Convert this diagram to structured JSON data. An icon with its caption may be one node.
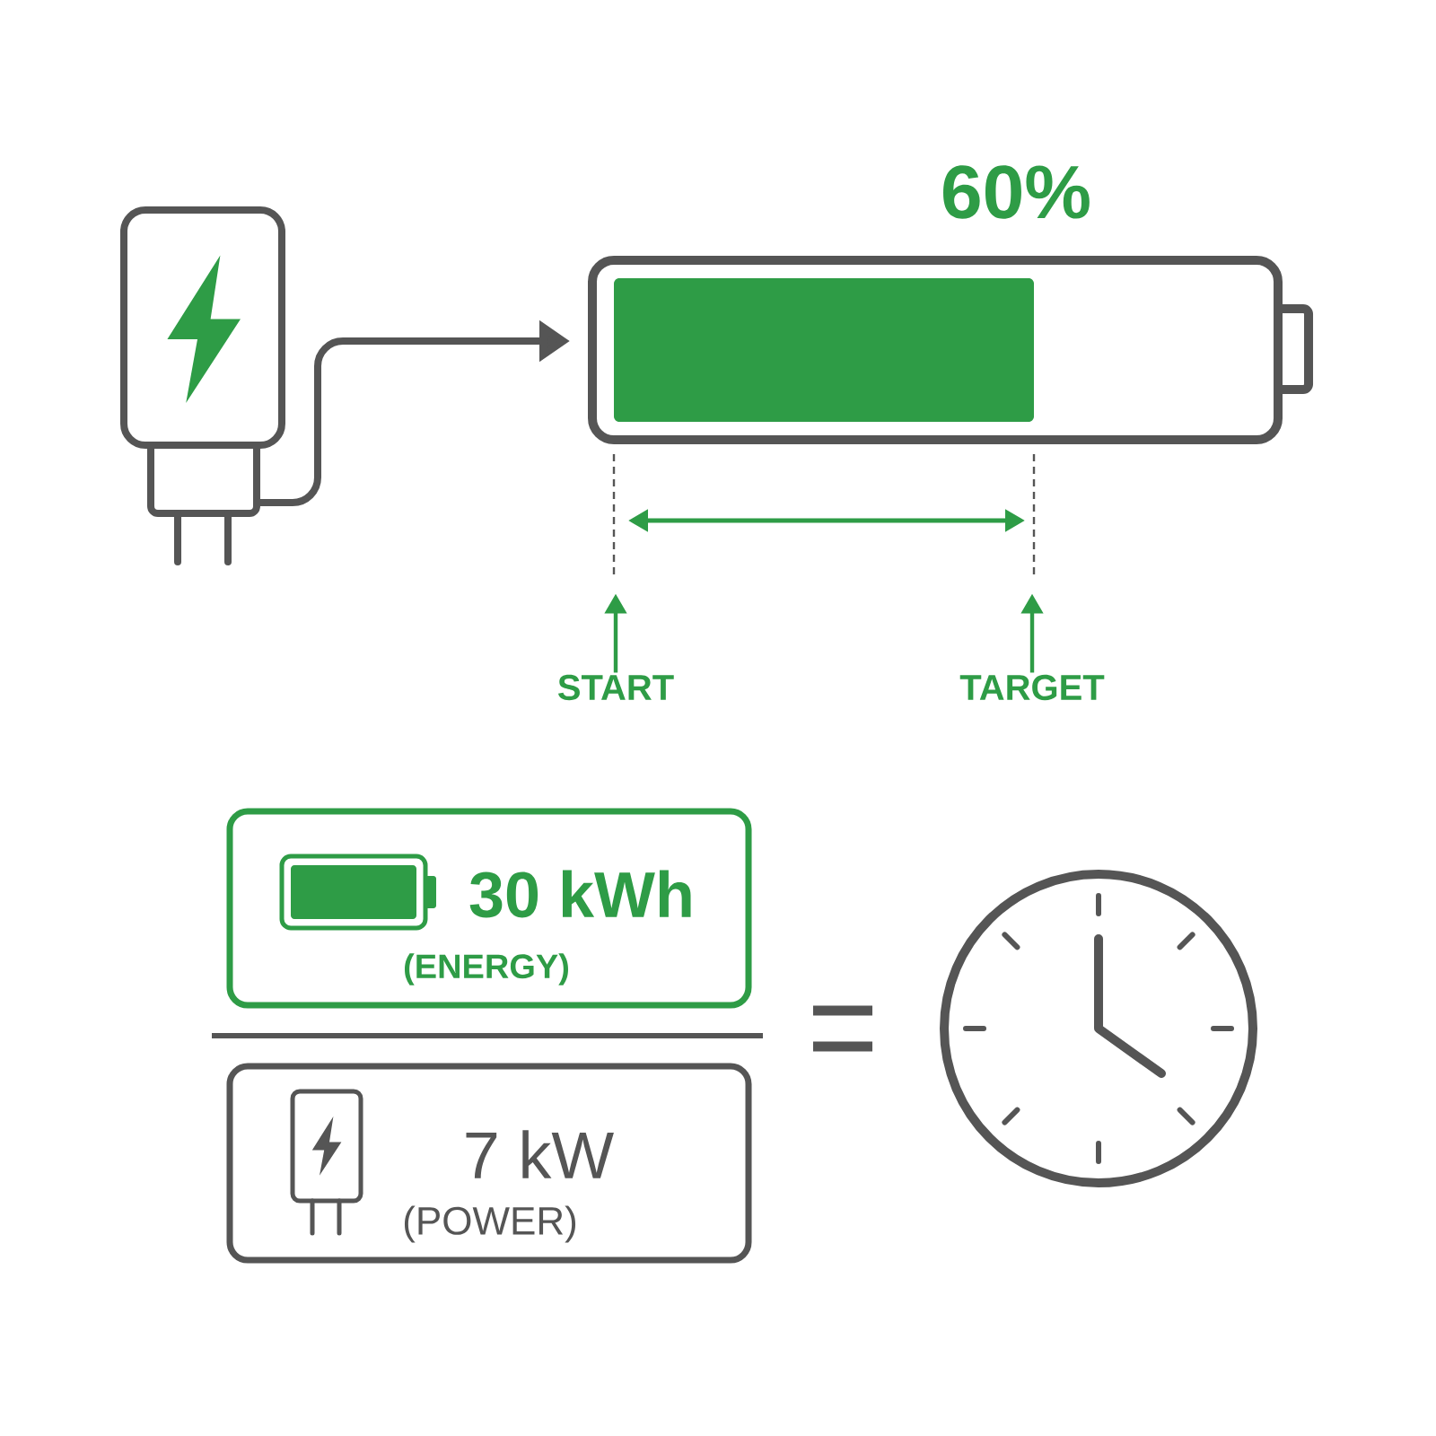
{
  "diagram": {
    "nodes": [
      {
        "text": [],
        "shape": "picture"
      },
      {
        "text": [
          "60%"
        ]
      },
      {
        "text": [
          "START"
        ]
      },
      {
        "text": [
          "TARGET"
        ]
      },
      {
        "text": [
          "30 kWh",
          "(ENERGY)"
        ]
      },
      {
        "text": [
          "7 kW",
          "(POWER)"
        ]
      }
    ],
    "edges": [
      {
        "from": 0,
        "to": 1,
        "arrow": "to",
        "style": "thick",
        "color": "#555555"
      },
      {
        "from": 2,
        "to": null,
        "arrow": "to"
      },
      {
        "from": 3,
        "to": null,
        "arrow": "to"
      }
    ]
  }
}
